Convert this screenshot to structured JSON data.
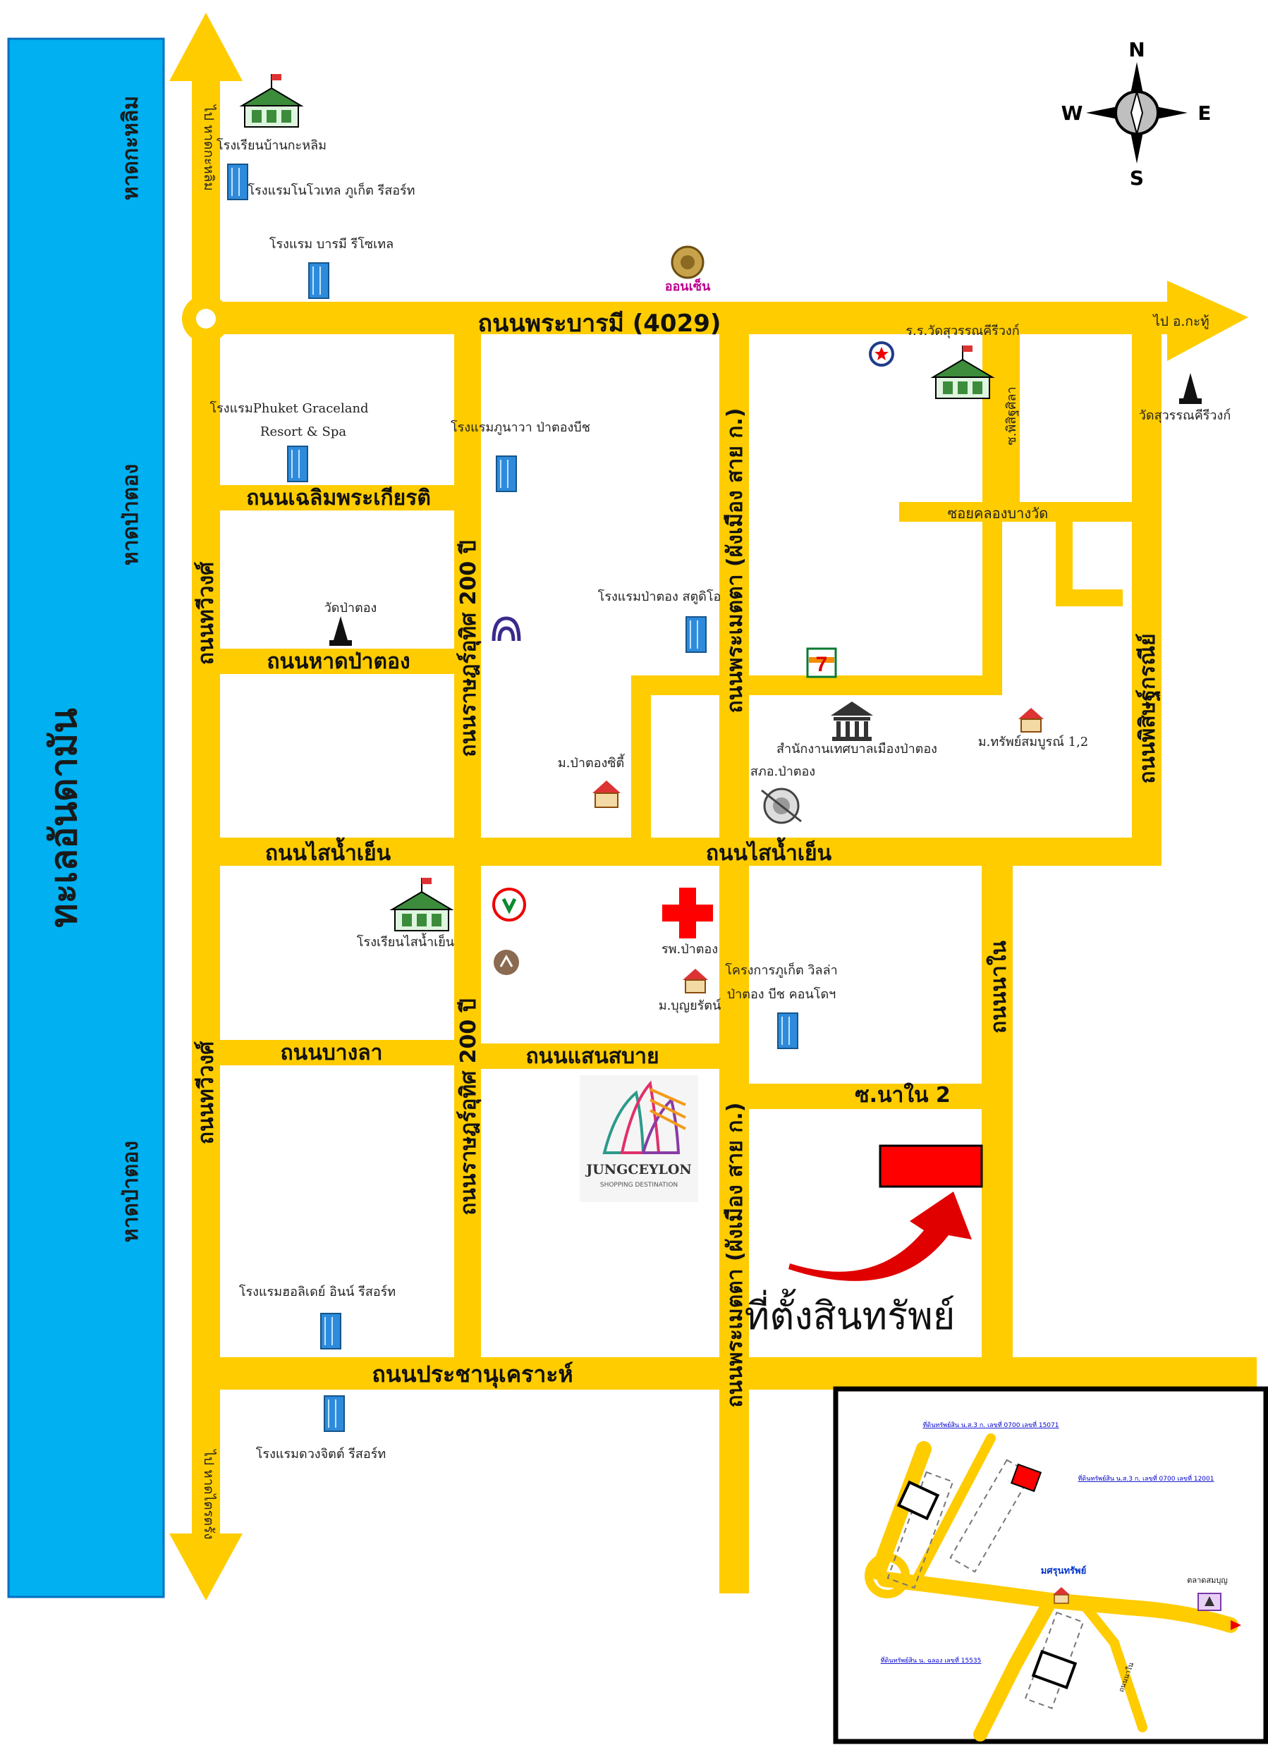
{
  "sea": {
    "name": "ทะเลอันดามัน",
    "beaches": [
      "หาดกะหลิม",
      "หาดป่าตอง",
      "หาดป่าตอง"
    ]
  },
  "roads": {
    "phrabarami": "ถนนพระบารมี (4029)",
    "chaloem": "ถนนเฉลิมพระเกียรติ",
    "hat_patong": "ถนนหาดป่าตอง",
    "sai_nam_yen_west": "ถนนไสน้ำเย็น",
    "sai_nam_yen_east": "ถนนไสน้ำเย็น",
    "bangla": "ถนนบางลา",
    "saen_sabai": "ถนนแสนสบาย",
    "prachanukhro": "ถนนประชานุเคราะห์",
    "thawewong_north": "ถนนทวีวงศ์",
    "thawewong_south": "ถนนทวีวงศ์",
    "ratuthit_north": "ถนนราษฎร์อุทิศ 200 ปี",
    "ratuthit_south": "ถนนราษฎร์อุทิศ 200 ปี",
    "phrametta_north": "ถนนพระเมตตา (ผังเมือง สาย ก.)",
    "phrametta_south": "ถนนพระเมตตา (ผังเมือง สาย ก.)",
    "phisit_koranee": "ถนนพิสิษฐ์กรณีย์",
    "nanai": "ถนนนาใน",
    "nanai_2": "ซ.นาใน 2",
    "soi_khlong_bang_wad": "ซอยคลองบางวัด",
    "soi_phisitsri": "ซ.พิสิฐศิลา",
    "to_kalim": "ไป หาดกะหลิม",
    "to_karon": "ไป หาดไตรตรัง",
    "to_kathu": "ไป อ.กะทู้"
  },
  "places": {
    "school_kalim": "โรงเรียนบ้านกะหลิม",
    "hotel_novotel": "โรงแรมโนโวเทล ภูเก็ต รีสอร์ท",
    "hotel_barami": "โรงแรม บารมี รีโซเทล",
    "onsen": "ออนเซ็น",
    "school_wat": "ร.ร.วัดสุวรรณคีรีวงก์",
    "temple_suwan": "วัดสุวรรณคีรีวงก์",
    "hotel_graceland": "โรงแรมPhuket Graceland",
    "hotel_graceland_2": "Resort & Spa",
    "hotel_phunava": "โรงแรมภูนาวา ป่าตองบีช",
    "temple_patong": "วัดป่าตอง",
    "hotel_patong_studio": "โรงแรมป่าตอง สตูดิโอ",
    "seven_eleven": "7",
    "district_office": "สำนักงานเทศบาลเมืองป่าตอง",
    "village_sub": "ม.ทรัพย์สมบูรณ์ 1,2",
    "village_patong_city": "ม.ป่าตองซิตี้",
    "police": "สภอ.ป่าตอง",
    "school_sainamyen": "โรงเรียนไสน้ำเย็น",
    "hospital": "รพ.ป่าตอง",
    "village_bunyarat": "ม.บุญยรัตน์",
    "condo_1": "โครงการภูเก็ต วิลล่า",
    "condo_2": "ป่าตอง บีช คอนโดฯ",
    "jungceylon": "JUNGCEYLON",
    "jungceylon_sub": "SHOPPING DESTINATION",
    "hotel_holiday": "โรงแรมฮอลิเดย์ อินน์ รีสอร์ท",
    "hotel_duangjit": "โรงแรมดวงจิตต์ รีสอร์ท",
    "property": "ที่ตั้งสินทรัพย์"
  },
  "compass": {
    "n": "N",
    "s": "S",
    "e": "E",
    "w": "W"
  },
  "inset": {
    "label_top": "ที่ดินทรัพย์สิน น.ส.3 ก. เลขที่ 0700 เลขที่ 15071",
    "label_mid": "ที่ดินทรัพย์สิน น.ส.3 ก. เลขที่ 0700 เลขที่ 12001",
    "label_bottom": "ที่ดินทรัพย์สิน น. ฉลอง เลขที่ 15535",
    "village": "มศรุนทรัพย์",
    "market": "ตลาดสมบุญ",
    "road": "ถนนนาใน"
  },
  "colors": {
    "sea": "#00b0f0",
    "road": "#ffcc00",
    "property": "#ff0000",
    "arrow": "#e00000"
  }
}
